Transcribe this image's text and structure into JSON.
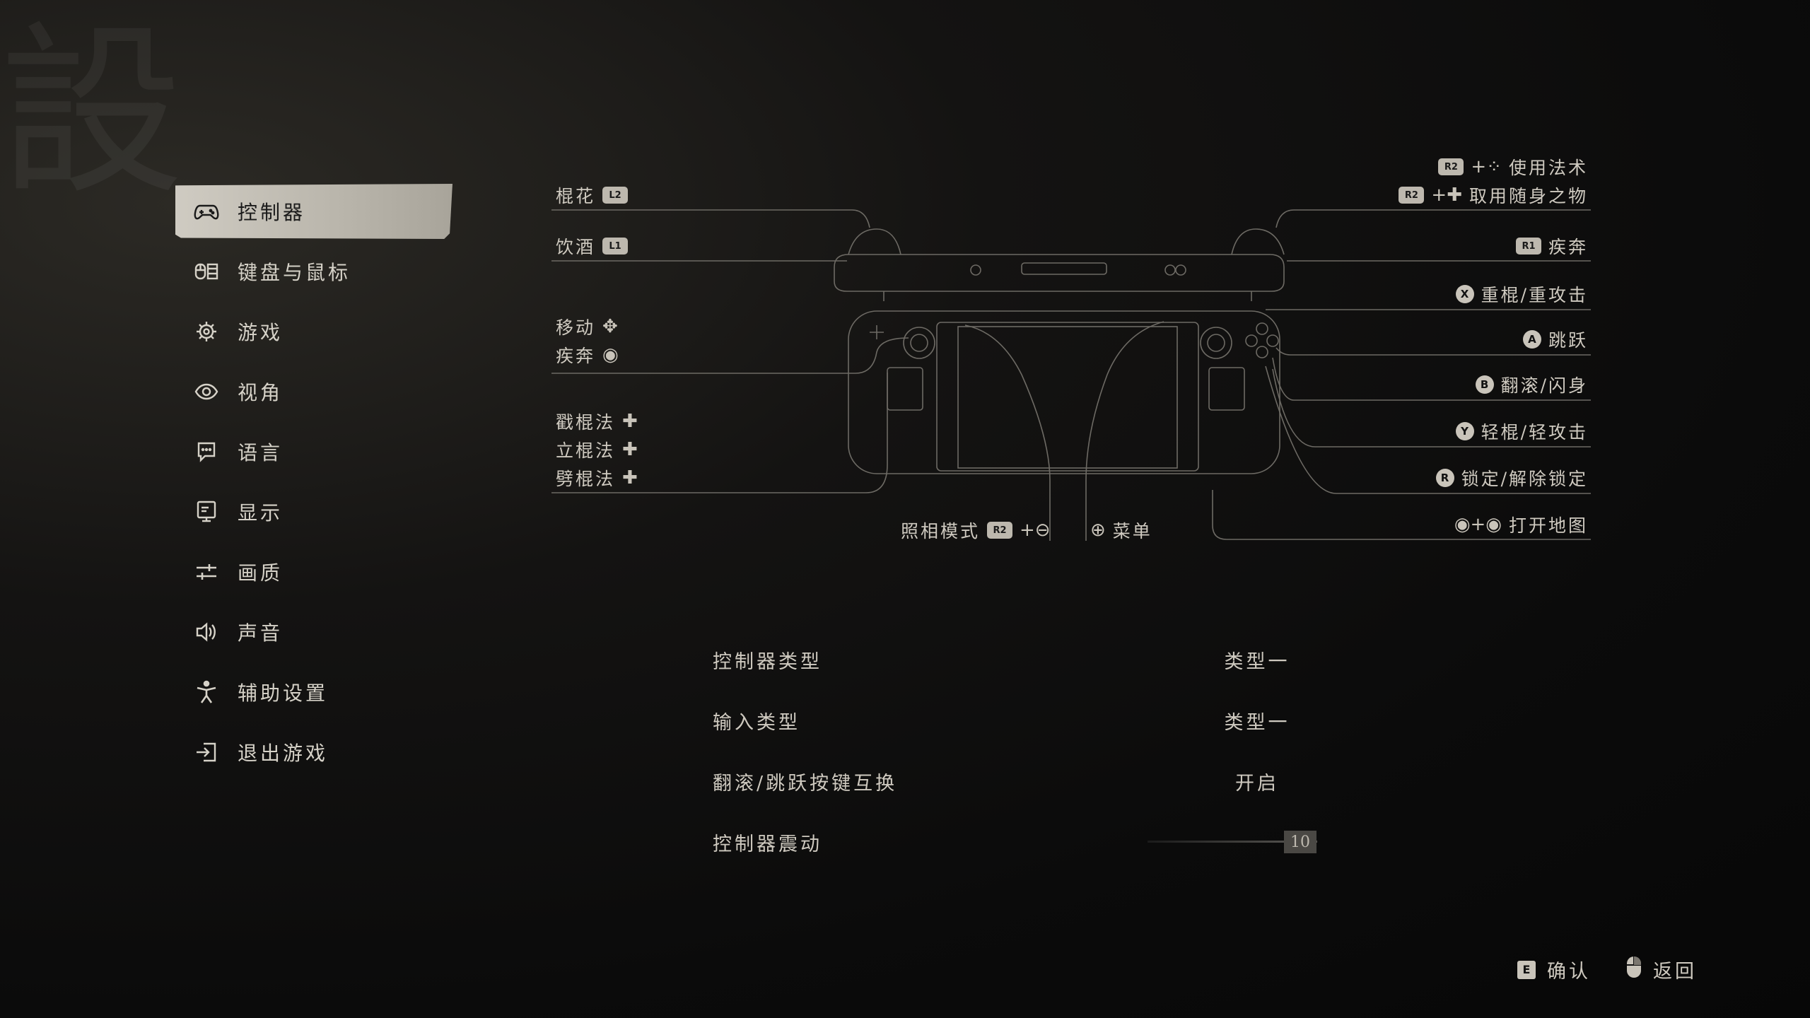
{
  "background_calligraphy": "設",
  "sidebar": {
    "items": [
      {
        "label": "控制器",
        "icon": "gamepad-icon",
        "active": true
      },
      {
        "label": "键盘与鼠标",
        "icon": "keyboard-mouse-icon",
        "active": false
      },
      {
        "label": "游戏",
        "icon": "gear-icon",
        "active": false
      },
      {
        "label": "视角",
        "icon": "eye-icon",
        "active": false
      },
      {
        "label": "语言",
        "icon": "language-icon",
        "active": false
      },
      {
        "label": "显示",
        "icon": "monitor-icon",
        "active": false
      },
      {
        "label": "画质",
        "icon": "sliders-icon",
        "active": false
      },
      {
        "label": "声音",
        "icon": "speaker-icon",
        "active": false
      },
      {
        "label": "辅助设置",
        "icon": "accessibility-icon",
        "active": false
      },
      {
        "label": "退出游戏",
        "icon": "exit-icon",
        "active": false
      }
    ]
  },
  "diagram": {
    "left": {
      "l2": {
        "label": "棍花",
        "button": "L2"
      },
      "l1": {
        "label": "饮酒",
        "button": "L1"
      },
      "move": {
        "label": "移动"
      },
      "sprint": {
        "label": "疾奔"
      },
      "stance1": {
        "label": "戳棍法"
      },
      "stance2": {
        "label": "立棍法"
      },
      "stance3": {
        "label": "劈棍法"
      }
    },
    "right": {
      "spell": {
        "label": "使用法术",
        "button": "R2"
      },
      "item": {
        "label": "取用随身之物",
        "button": "R2"
      },
      "r1": {
        "label": "疾奔",
        "button": "R1"
      },
      "x": {
        "label": "重棍/重攻击",
        "button": "X"
      },
      "a": {
        "label": "跳跃",
        "button": "A"
      },
      "b": {
        "label": "翻滚/闪身",
        "button": "B"
      },
      "y": {
        "label": "轻棍/轻攻击",
        "button": "Y"
      },
      "lock": {
        "label": "锁定/解除锁定",
        "button": "R"
      },
      "map": {
        "label": "打开地图"
      }
    },
    "bottom": {
      "photo": {
        "label": "照相模式",
        "button": "R2"
      },
      "menu": {
        "label": "菜单"
      }
    }
  },
  "settings": [
    {
      "name": "控制器类型",
      "value": "类型一"
    },
    {
      "name": "输入类型",
      "value": "类型一"
    },
    {
      "name": "翻滚/跳跃按键互换",
      "value": "开启"
    },
    {
      "name": "控制器震动",
      "value": "10",
      "slider_fraction": 1.0
    }
  ],
  "footer": {
    "confirm": {
      "key": "E",
      "label": "确认"
    },
    "back": {
      "label": "返回"
    }
  },
  "colors": {
    "active_tab": "#bdb8ae",
    "text": "#cfcac0",
    "background": "#0b0b0b"
  }
}
